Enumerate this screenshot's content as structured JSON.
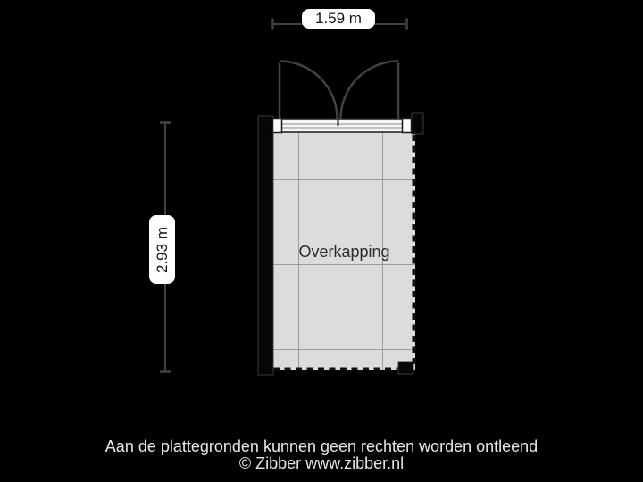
{
  "plan": {
    "room_label": "Overkapping",
    "width_dimension": "1.59 m",
    "height_dimension": "2.93 m"
  },
  "footer": {
    "disclaimer": "Aan de plattegronden kunnen geen rechten worden ontleend",
    "copyright": "© Zibber www.zibber.nl"
  },
  "icons": {
    "double_door": "two quarter-circle swing arcs",
    "open_side": "dashed line"
  },
  "colors": {
    "background": "#000000",
    "room_fill": "#dcdcdc",
    "grid_line": "#9b9b9b",
    "line": "#424242",
    "wall_fill": "#060606",
    "wall_halo": "#3a3a3a",
    "ink": "#1a1a1a",
    "band_fill": "#f5f5f5",
    "track_line": "#8a8a8a",
    "label_box": "#ffffff",
    "label_text": "#111111",
    "room_text": "#2b2b2b",
    "footer_text": "#e8e8e8",
    "dash": "#101010"
  }
}
